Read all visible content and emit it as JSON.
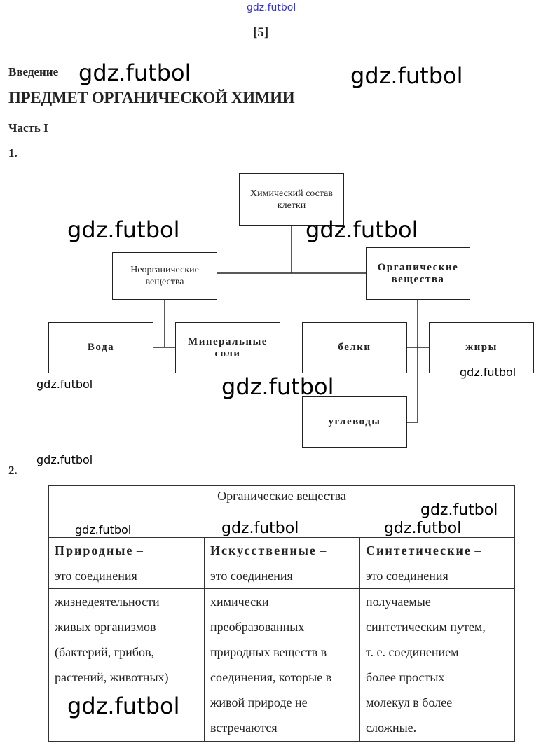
{
  "watermark": "gdz.futbol",
  "page_number": "[5]",
  "section": "Введение",
  "title": "ПРЕДМЕТ ОРГАНИЧЕСКОЙ ХИМИИ",
  "part": "Часть I",
  "task1": "1.",
  "task2": "2.",
  "diagram": {
    "root": "Химический состав клетки",
    "inorganic": "Неорганические вещества",
    "organic": "Органические вещества",
    "water": "Вода",
    "minerals": "Минеральные соли",
    "proteins": "белки",
    "fats": "жиры",
    "carbs": "углеводы"
  },
  "table": {
    "header": "Органические вещества",
    "columns": [
      {
        "term": "Природные",
        "dash": " –",
        "intro": "это соединения",
        "lines": [
          "жизнедеятельности",
          "живых организмов",
          "(бактерий, грибов,",
          "растений, животных)"
        ]
      },
      {
        "term": "Искусственные",
        "dash": " –",
        "intro": "это соединения",
        "lines": [
          "химически",
          "преобразованных",
          "природных веществ в",
          "соединения, которые в",
          "живой природе не",
          "встречаются"
        ]
      },
      {
        "term": "Синтетические",
        "dash": " –",
        "intro": "это соединения",
        "lines": [
          "получаемые",
          "синтетическим путем,",
          "т. е. соединением",
          "более простых",
          "молекул в более",
          "сложные."
        ]
      }
    ]
  }
}
